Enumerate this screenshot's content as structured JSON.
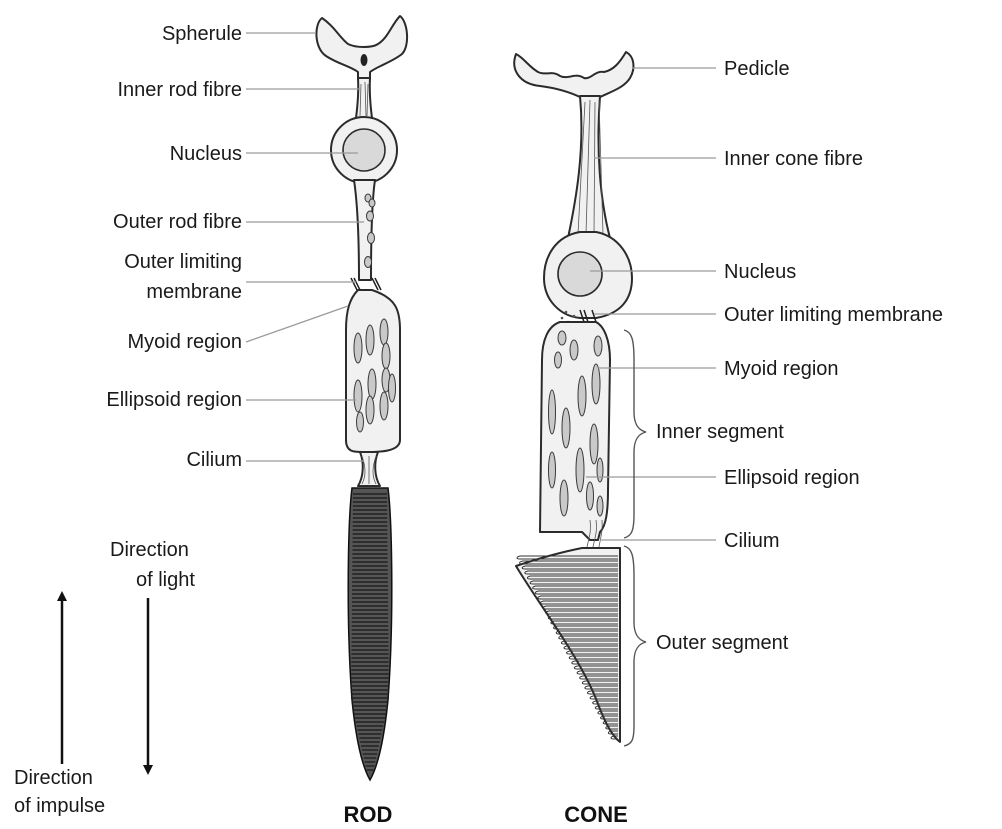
{
  "rod": {
    "title": "ROD",
    "labels": {
      "spherule": "Spherule",
      "inner_fibre": "Inner rod fibre",
      "nucleus": "Nucleus",
      "outer_fibre": "Outer rod fibre",
      "olm_line1": "Outer limiting",
      "olm_line2": "membrane",
      "myoid": "Myoid region",
      "ellipsoid": "Ellipsoid region",
      "cilium": "Cilium"
    }
  },
  "cone": {
    "title": "CONE",
    "labels": {
      "pedicle": "Pedicle",
      "inner_fibre": "Inner cone fibre",
      "nucleus": "Nucleus",
      "olm": "Outer limiting membrane",
      "myoid": "Myoid region",
      "inner_segment": "Inner segment",
      "ellipsoid": "Ellipsoid region",
      "cilium": "Cilium",
      "outer_segment": "Outer segment"
    }
  },
  "arrows": {
    "light_line1": "Direction",
    "light_line2": "of light",
    "impulse_line1": "Direction",
    "impulse_line2": "of impulse"
  }
}
